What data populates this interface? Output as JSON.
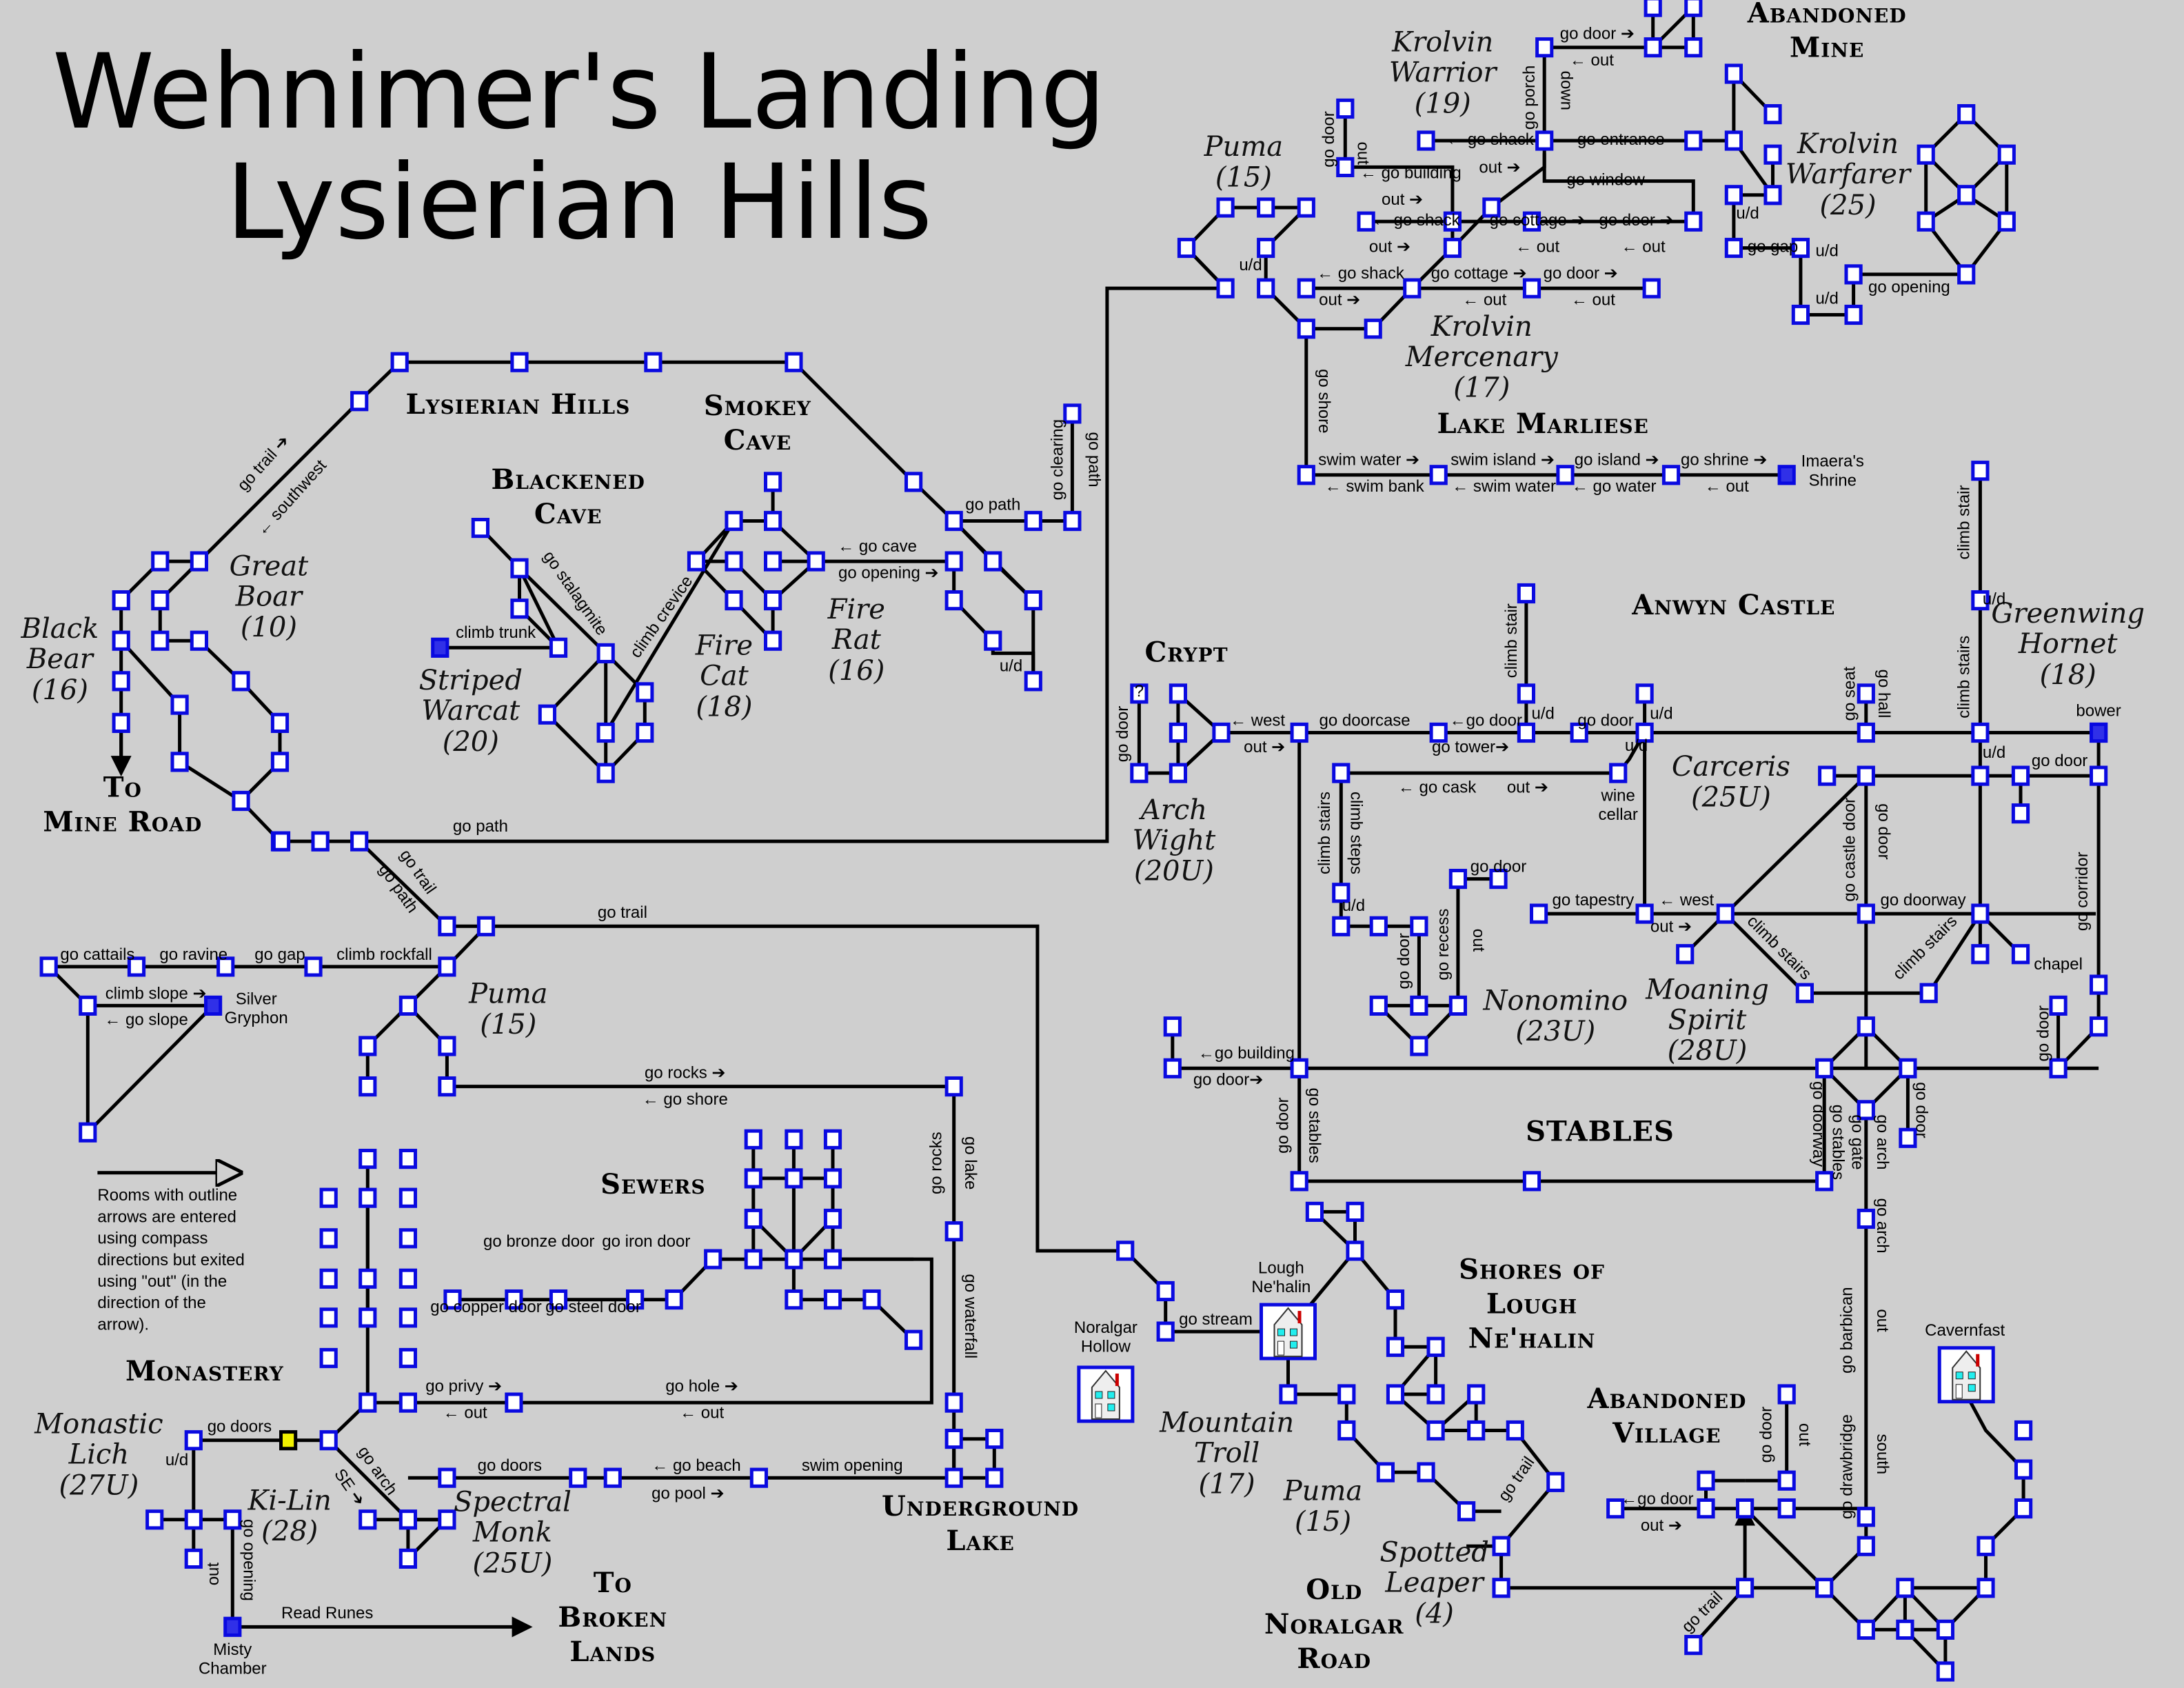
{
  "title": {
    "line1": "Wehnimer's Landing",
    "line2": "Lysierian Hills"
  },
  "areas": [
    {
      "id": "lysierian-hills",
      "text": "Lysierian Hills"
    },
    {
      "id": "smokey-cave",
      "text": "Smokey Cave"
    },
    {
      "id": "blackened-cave",
      "text": "Blackened Cave"
    },
    {
      "id": "to-mine-road",
      "text": "To Mine Road"
    },
    {
      "id": "abandoned-mine",
      "text": "Abandoned Mine"
    },
    {
      "id": "lake-marliese",
      "text": "Lake Marliese"
    },
    {
      "id": "crypt",
      "text": "Crypt"
    },
    {
      "id": "anwyn-castle",
      "text": "Anwyn Castle"
    },
    {
      "id": "stables",
      "text": "STABLES"
    },
    {
      "id": "sewers",
      "text": "Sewers"
    },
    {
      "id": "monastery",
      "text": "Monastery"
    },
    {
      "id": "underground-lake",
      "text": "Underground Lake"
    },
    {
      "id": "to-broken-lands",
      "text": "To Broken Lands"
    },
    {
      "id": "shores-lough",
      "text": "Shores of Lough Ne'halin"
    },
    {
      "id": "abandoned-village",
      "text": "Abandoned Village"
    },
    {
      "id": "old-noralgar-road",
      "text": "Old Noralgar Road"
    }
  ],
  "creatures": [
    {
      "name": "Krolvin Warrior",
      "level": "(19)"
    },
    {
      "name": "Puma",
      "level": "(15)"
    },
    {
      "name": "Krolvin Warfarer",
      "level": "(25)"
    },
    {
      "name": "Krolvin Mercenary",
      "level": "(17)"
    },
    {
      "name": "Great Boar",
      "level": "(10)"
    },
    {
      "name": "Black Bear",
      "level": "(16)"
    },
    {
      "name": "Striped Warcat",
      "level": "(20)"
    },
    {
      "name": "Fire Cat",
      "level": "(18)"
    },
    {
      "name": "Fire Rat",
      "level": "(16)"
    },
    {
      "name": "Greenwing Hornet",
      "level": "(18)"
    },
    {
      "name": "Carceris",
      "level": "(25U)"
    },
    {
      "name": "Arch Wight",
      "level": "(20U)"
    },
    {
      "name": "Nonomino",
      "level": "(23U)"
    },
    {
      "name": "Moaning Spirit",
      "level": "(28U)"
    },
    {
      "name": "Puma",
      "level": "(15)"
    },
    {
      "name": "Monastic Lich",
      "level": "(27U)"
    },
    {
      "name": "Ki-Lin",
      "level": "(28)"
    },
    {
      "name": "Spectral Monk",
      "level": "(25U)"
    },
    {
      "name": "Mountain Troll",
      "level": "(17)"
    },
    {
      "name": "Puma",
      "level": "(15)"
    },
    {
      "name": "Spotted Leaper",
      "level": "(4)"
    }
  ],
  "places": {
    "imaeras_shrine": "Imaera's Shrine",
    "silver_gryphon": "Silver Gryphon",
    "misty_chamber": "Misty Chamber",
    "bower": "bower",
    "chapel": "chapel",
    "wine_cellar": "wine cellar",
    "noralgar_hollow": "Noralgar Hollow",
    "lough_nehalin": "Lough Ne'halin",
    "cavernfast": "Cavernfast"
  },
  "legend": {
    "text": "Rooms with outline arrows are entered using compass directions but exited using \"out\" (in the direction of the arrow)."
  },
  "labels": {
    "go_trail_ne": "go trail ➔",
    "southwest": "← southwest",
    "go_path_1": "go path",
    "go_clearing": "go clearing",
    "go_path_v": "go path",
    "go_cave": "← go cave",
    "go_opening_1": "go opening ➔",
    "go_stalagmite": "go stalagmite",
    "climb_crevice": "climb crevice",
    "climb_trunk": "climb trunk",
    "ud": "u/d",
    "go_path_main": "go path",
    "go_trail_diag": "go trail",
    "go_path_diag": "go path",
    "go_trail_h": "go trail",
    "go_cattails": "go cattails",
    "go_ravine": "go ravine",
    "go_gap": "go gap",
    "climb_rockfall": "climb rockfall",
    "climb_slope": "climb slope ➔",
    "go_slope": "← go slope",
    "go_rocks_h": "go rocks ➔",
    "go_shore_h": "← go shore",
    "go_rocks_v": "go rocks",
    "go_lake": "go lake",
    "go_waterfall": "go waterfall",
    "go_bronze_door": "go bronze door",
    "go_iron_door": "go iron door",
    "go_copper_door": "go copper door",
    "go_steel_door": "go steel door",
    "go_privy": "go privy ➔",
    "out_l": "← out",
    "go_hole": "go hole ➔",
    "out_l2": "← out",
    "go_doors_1": "go doors",
    "go_doors_2": "go doors",
    "go_beach": "← go beach",
    "go_pool": "go pool ➔",
    "swim_opening": "swim opening",
    "go_arch_mon": "go arch",
    "se": "SE ➔",
    "go_opening_v": "go opening",
    "out_v": "out",
    "read_runes": "Read Runes",
    "go_door_kw": "go door ➔",
    "out_kw": "← out",
    "go_porch": "go porch",
    "down": "down",
    "go_shack_1": "← go shack",
    "go_entrance": "go entrance",
    "go_door_v": "go door",
    "out_v2": "out",
    "go_building": "← go building",
    "out_r1": "out ➔",
    "go_window": "go window",
    "out_r2": "out ➔",
    "go_shack_2": "← go shack",
    "go_cottage_1": "go cottage ➔",
    "go_door_1": "go door ➔",
    "out_r3": "out ➔",
    "out_l3": "← out",
    "out_l4": "← out",
    "go_shack_3": "← go shack",
    "go_cottage_2": "go cottage ➔",
    "go_door_2": "go door ➔",
    "out_r4": "out ➔",
    "out_l5": "← out",
    "out_l6": "← out",
    "go_gap_mine": "go gap",
    "go_opening_mine": "go opening",
    "go_shore_v": "go shore",
    "swim_water_r": "swim water ➔",
    "swim_island": "swim island ➔",
    "go_island": "go island ➔",
    "go_shrine": "go shrine ➔",
    "swim_bank": "← swim bank",
    "swim_water_l": "← swim water",
    "go_water": "← go water",
    "out_shrine": "← out",
    "go_door_crypt": "go door",
    "west": "← west",
    "out_crypt": "out ➔",
    "go_doorcase": "go doorcase",
    "go_door_c1": "←go door",
    "go_tower": "go tower➔",
    "go_door_c2": "go door",
    "climb_stair_1": "climb stair",
    "go_cask": "← go cask",
    "out_cask": "out ➔",
    "climb_stairs_v": "climb stairs",
    "climb_steps": "climb steps",
    "go_door_n": "go door",
    "go_recess": "go recess",
    "out_n": "out",
    "go_door_n2": "go door",
    "go_tapestry": "go tapestry",
    "west2": "← west",
    "out_tap": "out ➔",
    "climb_stairs_d1": "climb stairs",
    "climb_stairs_d2": "climb stairs",
    "go_seat": "go seat",
    "go_hall": "go hall",
    "climb_stair_2": "climb stair",
    "climb_stairs_2": "climb stairs",
    "go_door_bower": "go door",
    "go_castle_door": "go castle door",
    "go_door_cd": "go door",
    "go_doorway": "go doorway",
    "go_corridor": "go corridor",
    "go_door_chapel": "go door",
    "go_building_2": "←go building",
    "go_door_st": "go door➔",
    "go_door_stv": "go door",
    "go_stables": "go stables",
    "go_doorway_v": "go doorway",
    "go_stables_v": "go stables",
    "go_gate": "go gate",
    "go_arch_1": "go arch",
    "go_door_r": "go door",
    "go_arch_2": "go arch",
    "go_barbican": "go barbican",
    "out_b": "out",
    "go_drawbridge": "go drawbridge",
    "south": "south",
    "go_stream": "go stream",
    "go_trail_sl": "go trail",
    "go_door_av": "←go door",
    "out_av": "out ➔",
    "go_door_avv": "go door",
    "out_avv": "out",
    "go_trail_av": "go trail",
    "unknown": "?"
  }
}
